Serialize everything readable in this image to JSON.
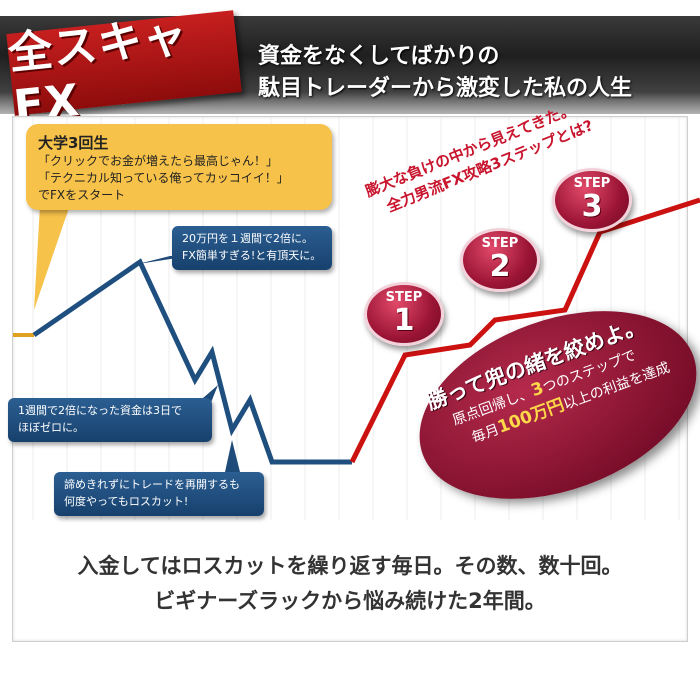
{
  "header": {
    "logo": "全スキャFX",
    "line1": "資金をなくしてばかりの",
    "line2": "駄目トレーダーから激変した私の人生"
  },
  "bubble_yellow": {
    "title": "大学3回生",
    "lines": [
      "「クリックでお金が増えたら最高じゃん！」",
      "「テクニカル知っている俺ってカッコイイ！」",
      "でFXをスタート"
    ]
  },
  "bubble_top": {
    "lines": [
      "20万円を１週間で2倍に。",
      "FX簡単すぎる!と有頂天に。"
    ]
  },
  "bubble_mid": {
    "lines": [
      "1週間で2倍になった資金は3日で",
      "ほぼゼロに。"
    ]
  },
  "bubble_low": {
    "lines": [
      "諦めきれずにトレードを再開するも",
      "何度やってもロスカット!"
    ]
  },
  "diagonal": {
    "line1": "膨大な負けの中から見えてきた。",
    "line2": "全力男流FX攻略3ステップとは?"
  },
  "steps": [
    {
      "word": "STEP",
      "num": "1"
    },
    {
      "word": "STEP",
      "num": "2"
    },
    {
      "word": "STEP",
      "num": "3"
    }
  ],
  "ellipse": {
    "title": "勝って兜の緒を絞めよ。",
    "l2_a": "原点回帰し、",
    "l2_hl": "3",
    "l2_b": "つのステップで",
    "l3_a": "毎月",
    "l3_hl": "100万円",
    "l3_b": "以上の利益を達成"
  },
  "bottom": {
    "line1": "入金してはロスカットを繰り返す毎日。その数、数十回。",
    "line2": "ビギナーズラックから悩み続けた2年間。"
  },
  "colors": {
    "blue_line": "#1e4f7f",
    "red_line": "#cc1111",
    "gold_line": "#e0a020"
  }
}
